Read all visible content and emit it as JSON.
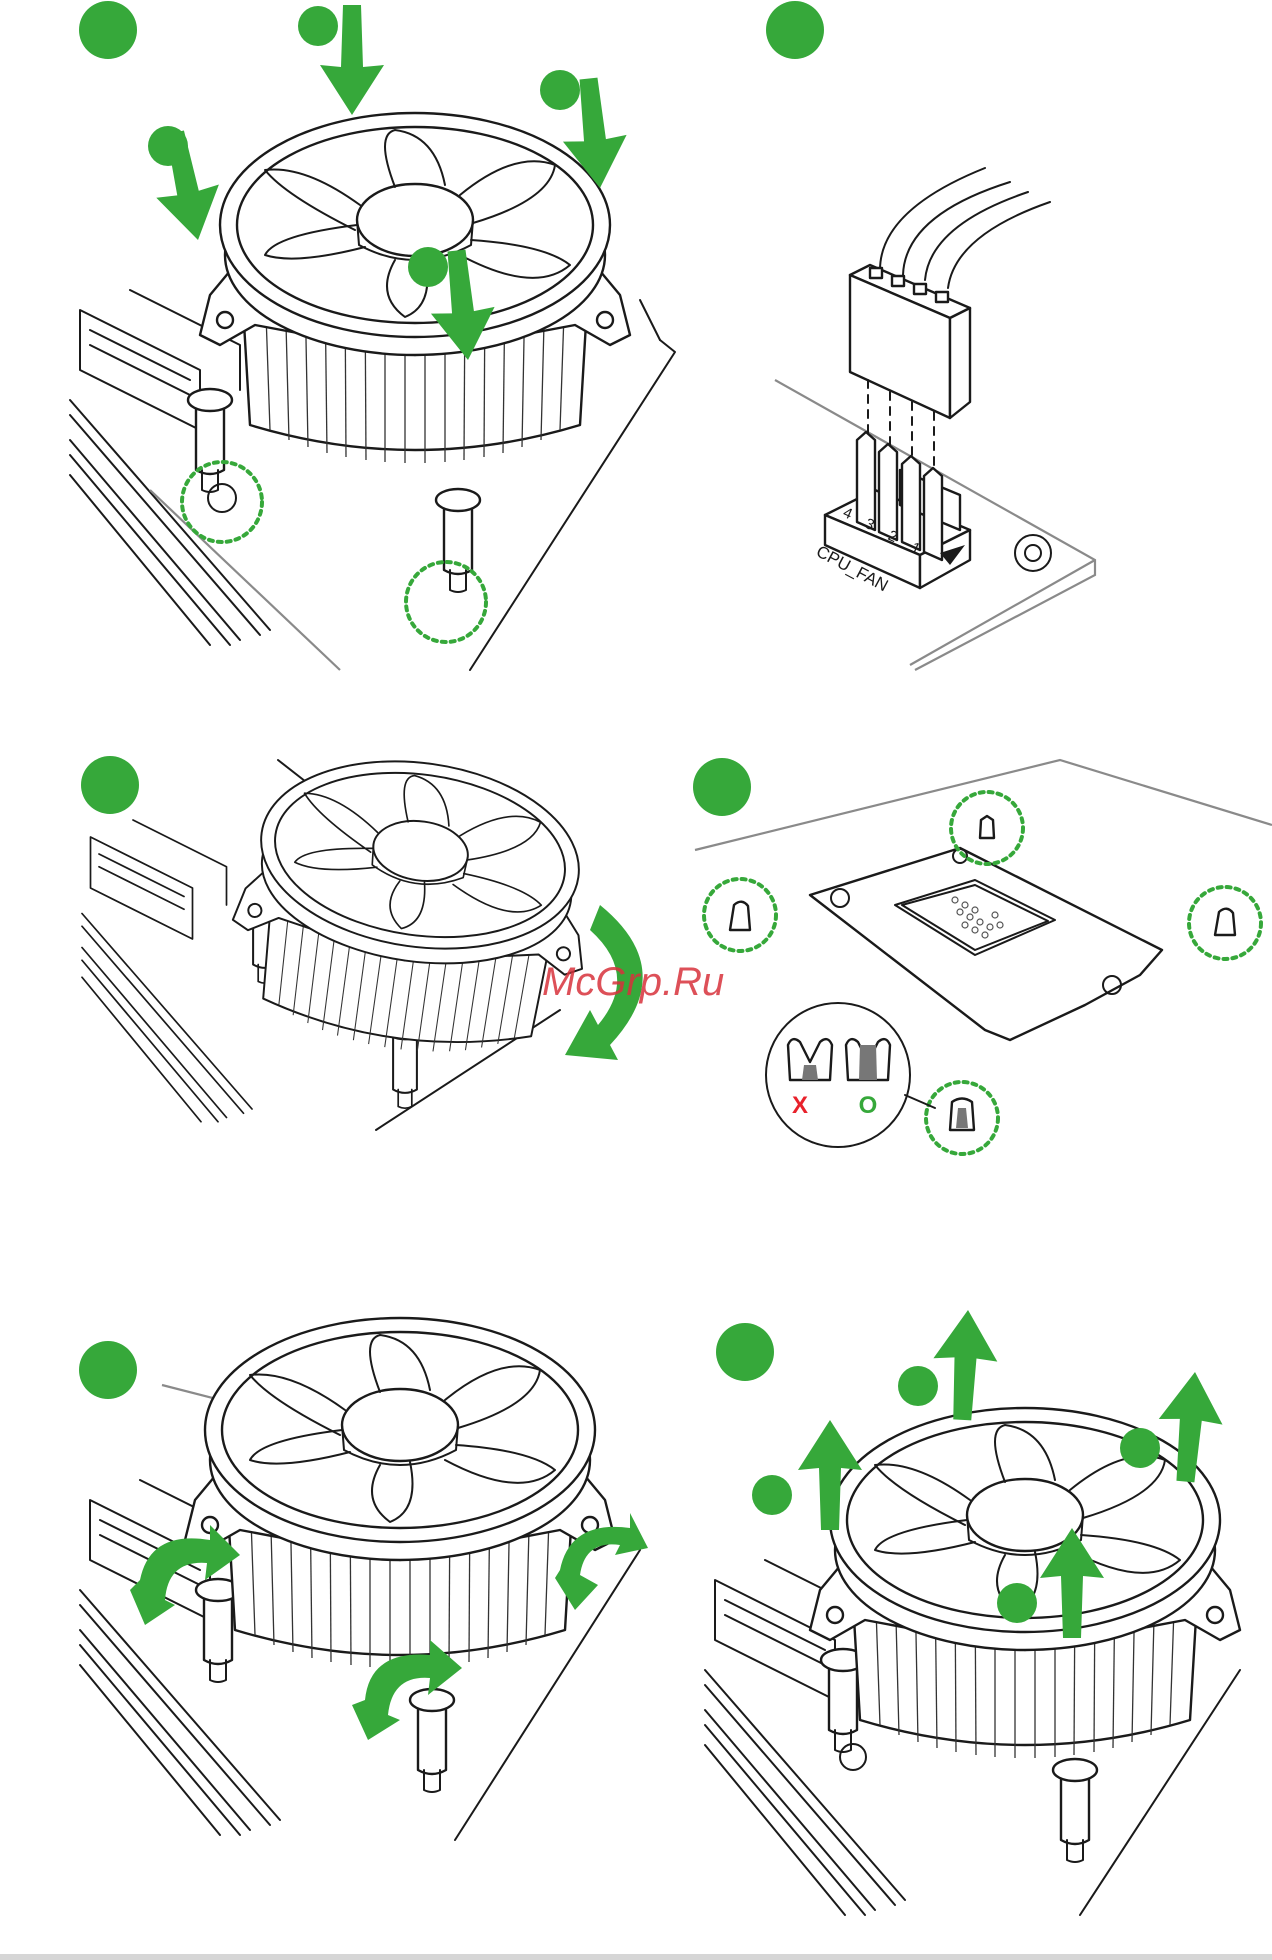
{
  "connector": {
    "label": "CPU_FAN",
    "pins": [
      "4",
      "3",
      "2",
      "1"
    ]
  },
  "latch_check": {
    "wrong_mark": "X",
    "right_mark": "O"
  },
  "watermark": "McGrp.Ru",
  "colors": {
    "accent_green": "#36a83a",
    "wrong_red": "#e8212b",
    "right_green": "#36a83a",
    "line": "#1a1a1a",
    "watermark_red": "#d8323c"
  }
}
